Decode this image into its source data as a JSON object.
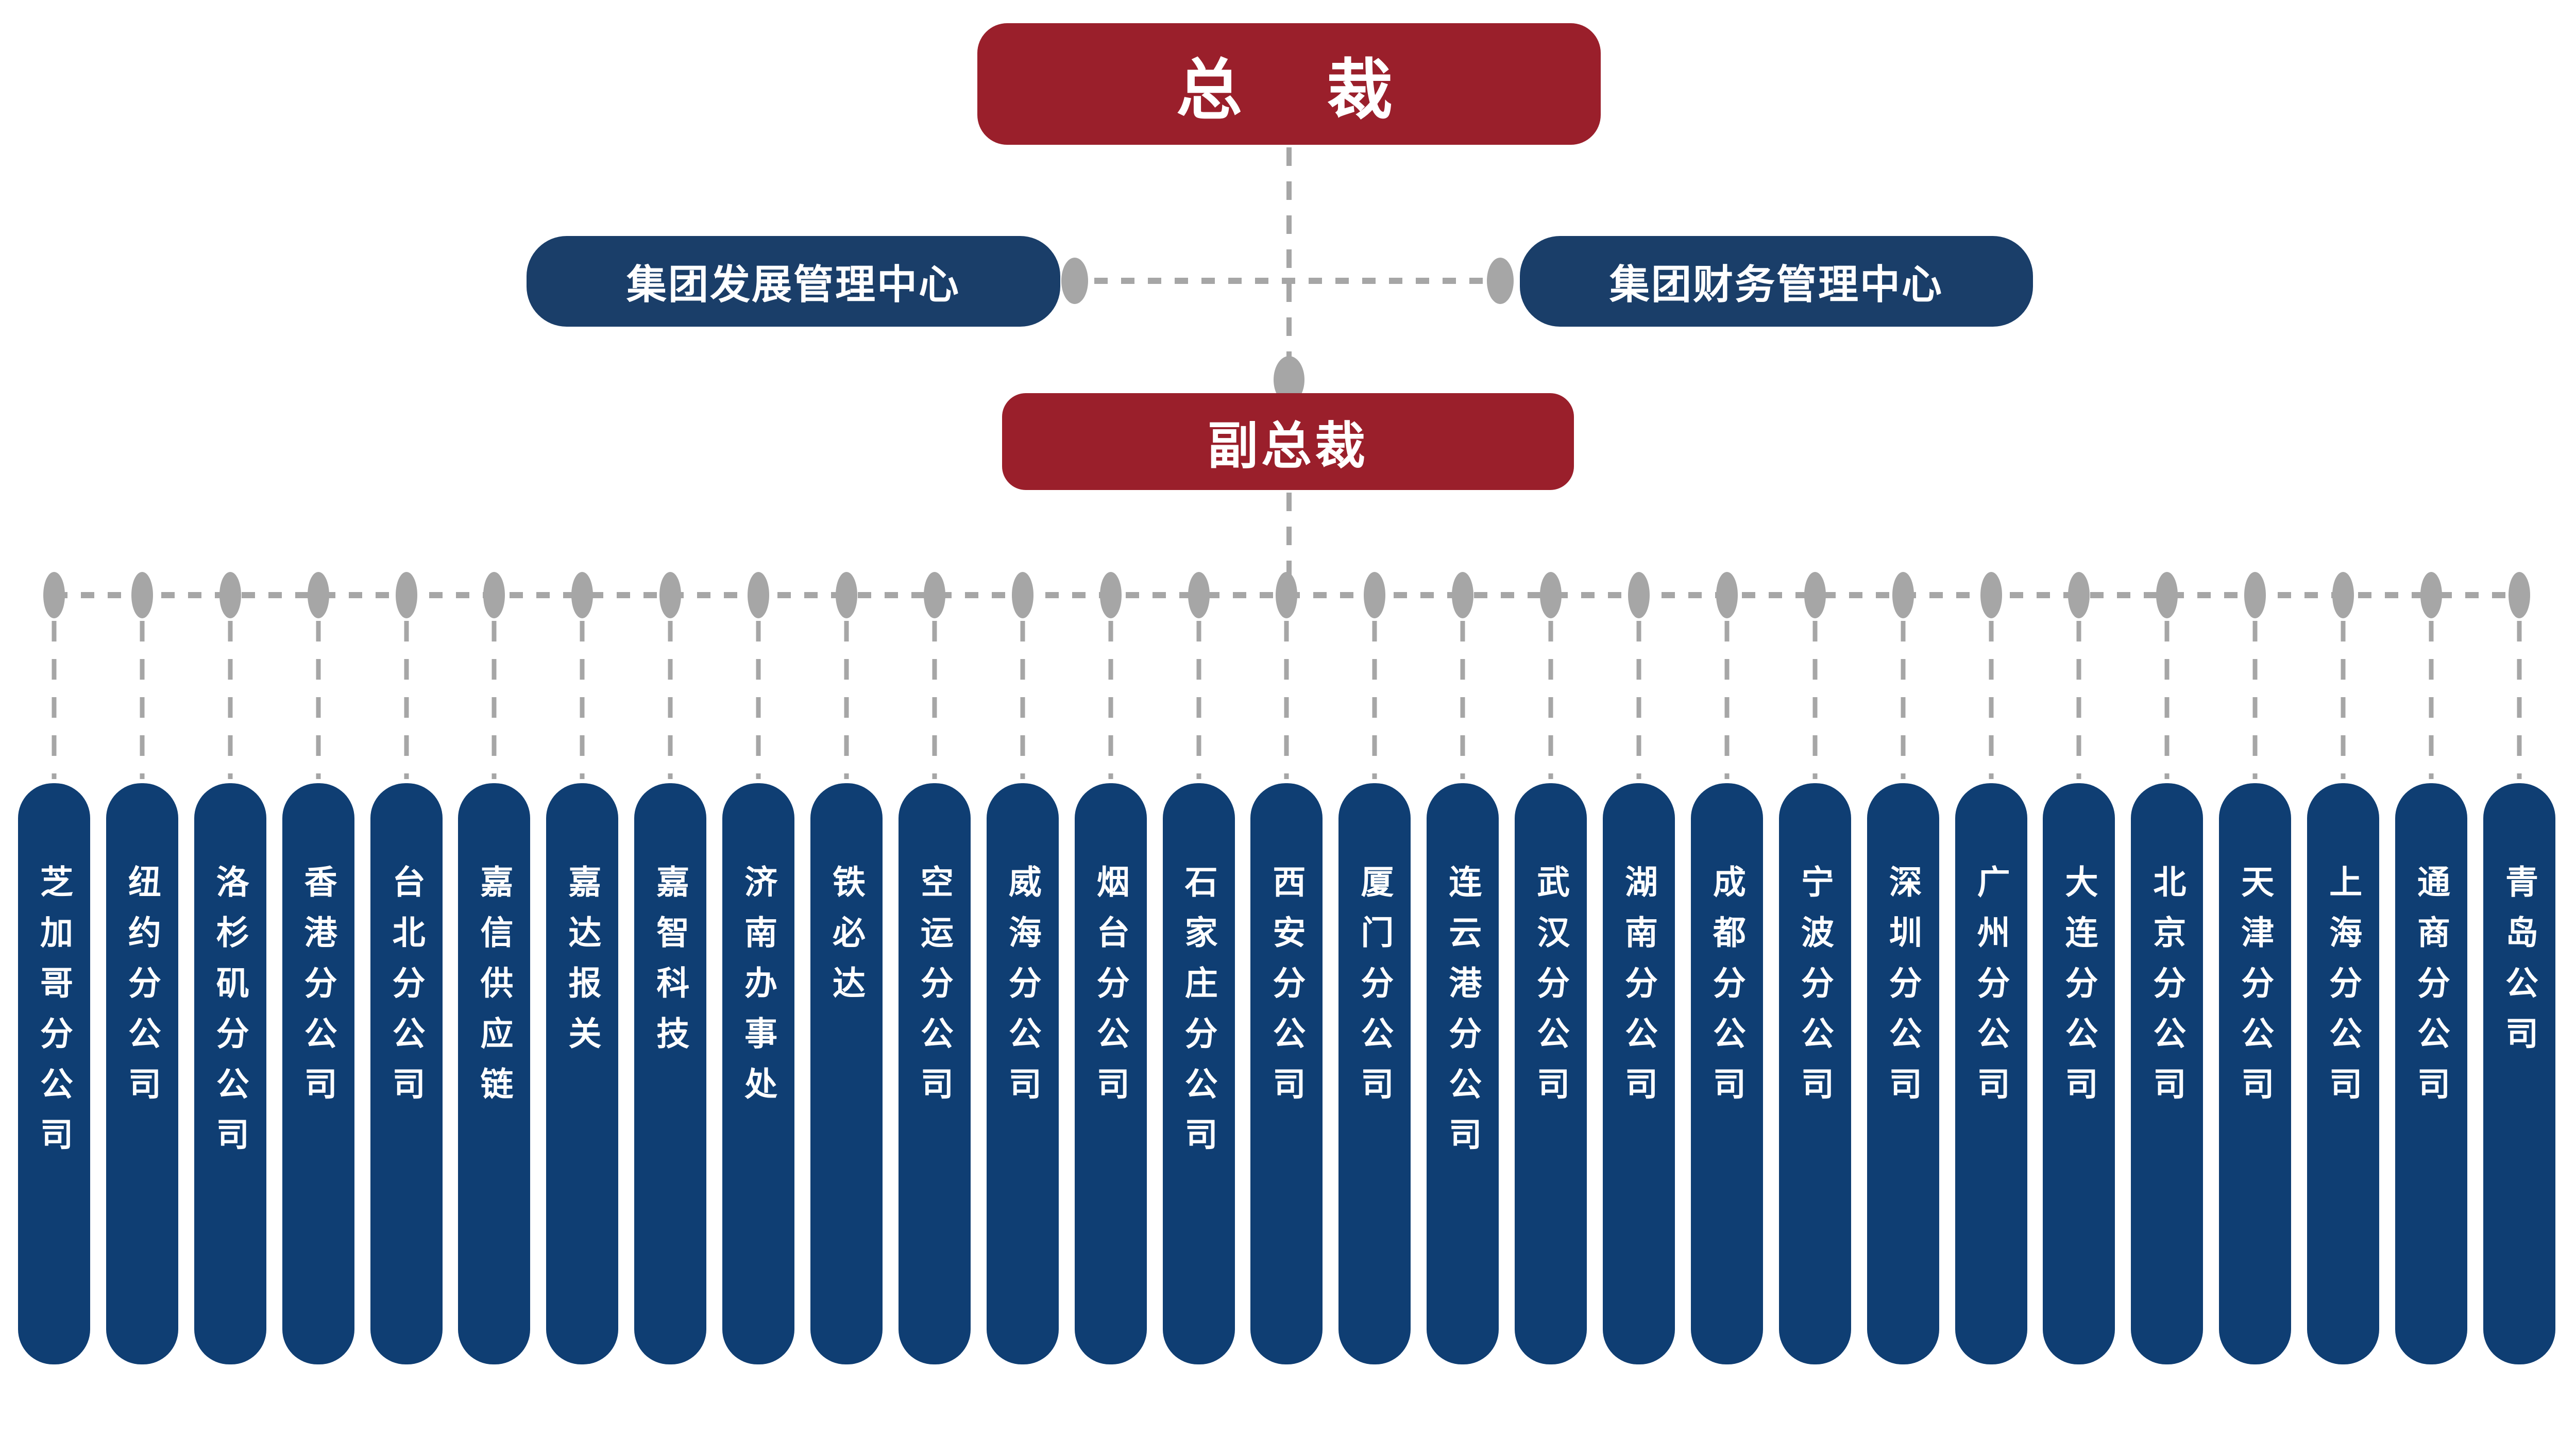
{
  "org": {
    "president_label": "总　裁",
    "centers": [
      {
        "label": "集团发展管理中心"
      },
      {
        "label": "集团财务管理中心"
      }
    ],
    "vice_president_label": "副总裁",
    "branches": [
      {
        "label": "芝加哥分公司"
      },
      {
        "label": "纽约分公司"
      },
      {
        "label": "洛杉矶分公司"
      },
      {
        "label": "香港分公司"
      },
      {
        "label": "台北分公司"
      },
      {
        "label": "嘉信供应链"
      },
      {
        "label": "嘉达报关"
      },
      {
        "label": "嘉智科技"
      },
      {
        "label": "济南办事处"
      },
      {
        "label": "铁必达"
      },
      {
        "label": "空运分公司"
      },
      {
        "label": "威海分公司"
      },
      {
        "label": "烟台分公司"
      },
      {
        "label": "石家庄分公司"
      },
      {
        "label": "西安分公司"
      },
      {
        "label": "厦门分公司"
      },
      {
        "label": "连云港分公司"
      },
      {
        "label": "武汉分公司"
      },
      {
        "label": "湖南分公司"
      },
      {
        "label": "成都分公司"
      },
      {
        "label": "宁波分公司"
      },
      {
        "label": "深圳分公司"
      },
      {
        "label": "广州分公司"
      },
      {
        "label": "大连分公司"
      },
      {
        "label": "北京分公司"
      },
      {
        "label": "天津分公司"
      },
      {
        "label": "上海分公司"
      },
      {
        "label": "通商分公司"
      },
      {
        "label": "青岛公司"
      }
    ],
    "colors": {
      "president_red": "#9A1F2B",
      "center_navy": "#1A3E69",
      "branch_navy": "#0F3E73",
      "connector_gray": "#A6A6A6",
      "text_white": "#FFFFFF"
    }
  }
}
